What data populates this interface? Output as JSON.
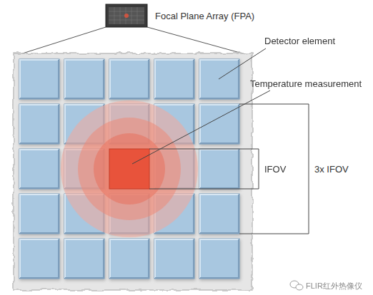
{
  "diagram": {
    "labels": [
      "Focal Plane Array (FPA)",
      "Detector element",
      "Temperature measurement",
      "IFOV",
      "3x IFOV",
      "FLIR红外热像仪"
    ]
  }
}
